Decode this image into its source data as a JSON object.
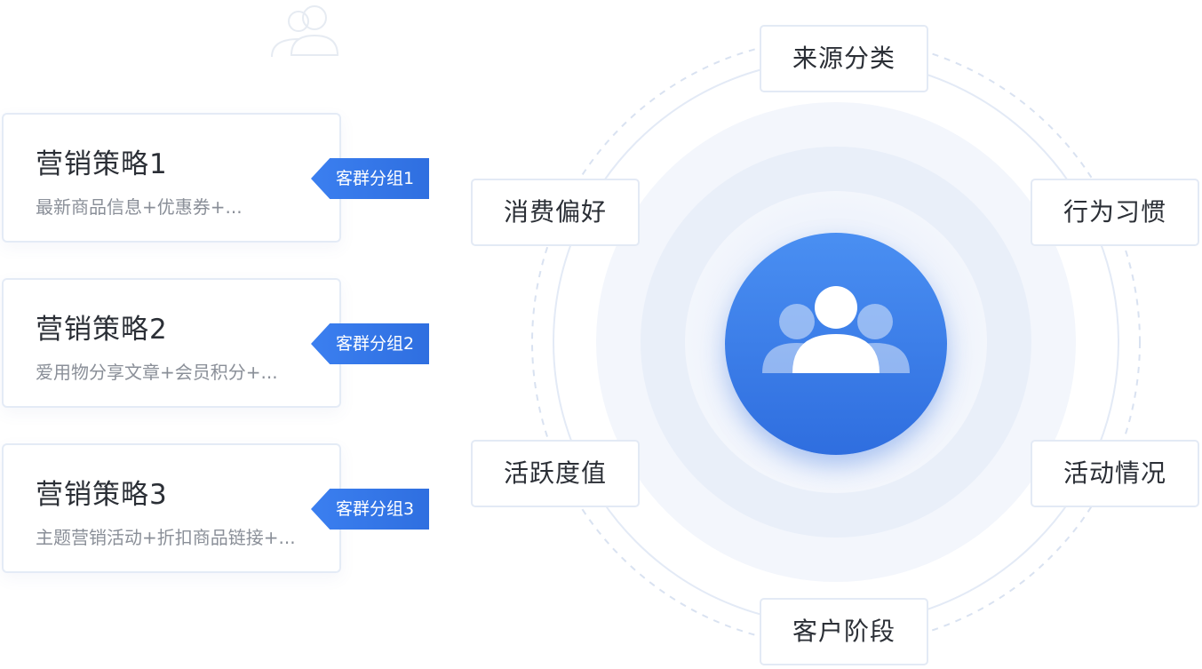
{
  "strategies": [
    {
      "title": "营销策略1",
      "description": "最新商品信息+优惠券+...",
      "tag": "客群分组1"
    },
    {
      "title": "营销策略2",
      "description": "爱用物分享文章+会员积分+...",
      "tag": "客群分组2"
    },
    {
      "title": "营销策略3",
      "description": "主题营销活动+折扣商品链接+...",
      "tag": "客群分组3"
    }
  ],
  "attributes": {
    "top": "来源分类",
    "left_top": "消费偏好",
    "right_top": "行为习惯",
    "left_bottom": "活跃度值",
    "right_bottom": "活动情况",
    "bottom": "客户阶段"
  },
  "center": {
    "icon": "users-group-icon"
  },
  "decoration": {
    "icon": "users-outline-icon"
  },
  "colors": {
    "accent": "#2f6fe0",
    "tag_bg": "#3b7ff0",
    "card_border": "#e4ebf6",
    "title_text": "#2b2f36",
    "muted_text": "#8a8f98"
  }
}
